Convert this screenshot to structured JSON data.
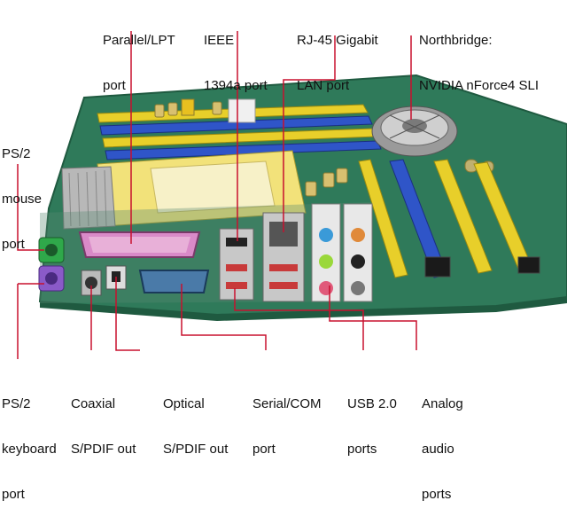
{
  "colors": {
    "pcb": "#2f7a5a",
    "pcb_dark": "#1f5a40",
    "leader": "#c8102e",
    "dimm_yellow": "#e8cf2a",
    "dimm_blue": "#2f55c8",
    "heatsink": "#b8b8b8",
    "socket": "#f2e27a",
    "port_metal": "#c8c8c8",
    "lpt_pink": "#d98ac8",
    "ps2_green": "#2fa84a",
    "ps2_purple": "#8a5ac8",
    "serial_teal": "#4a7aa8",
    "usb_red": "#c83a3a",
    "audio_blue": "#3a9ad8",
    "audio_pink": "#e05a7a",
    "audio_lime": "#9ad83a"
  },
  "labels": {
    "parallel": [
      "Parallel/LPT",
      "port"
    ],
    "ieee": [
      "IEEE",
      "1394a port"
    ],
    "rj45": [
      "RJ-45 Gigabit",
      "LAN port"
    ],
    "northbridge": [
      "Northbridge:",
      "NVIDIA nForce4 SLI"
    ],
    "ps2_mouse": [
      "PS/2",
      "mouse",
      "port"
    ],
    "ps2_keyboard": [
      "PS/2",
      "keyboard",
      "port"
    ],
    "coaxial": [
      "Coaxial",
      "S/PDIF out"
    ],
    "optical": [
      "Optical",
      "S/PDIF out"
    ],
    "serial": [
      "Serial/COM",
      "port"
    ],
    "usb": [
      "USB 2.0",
      "ports"
    ],
    "analog": [
      "Analog",
      "audio",
      "ports"
    ]
  }
}
